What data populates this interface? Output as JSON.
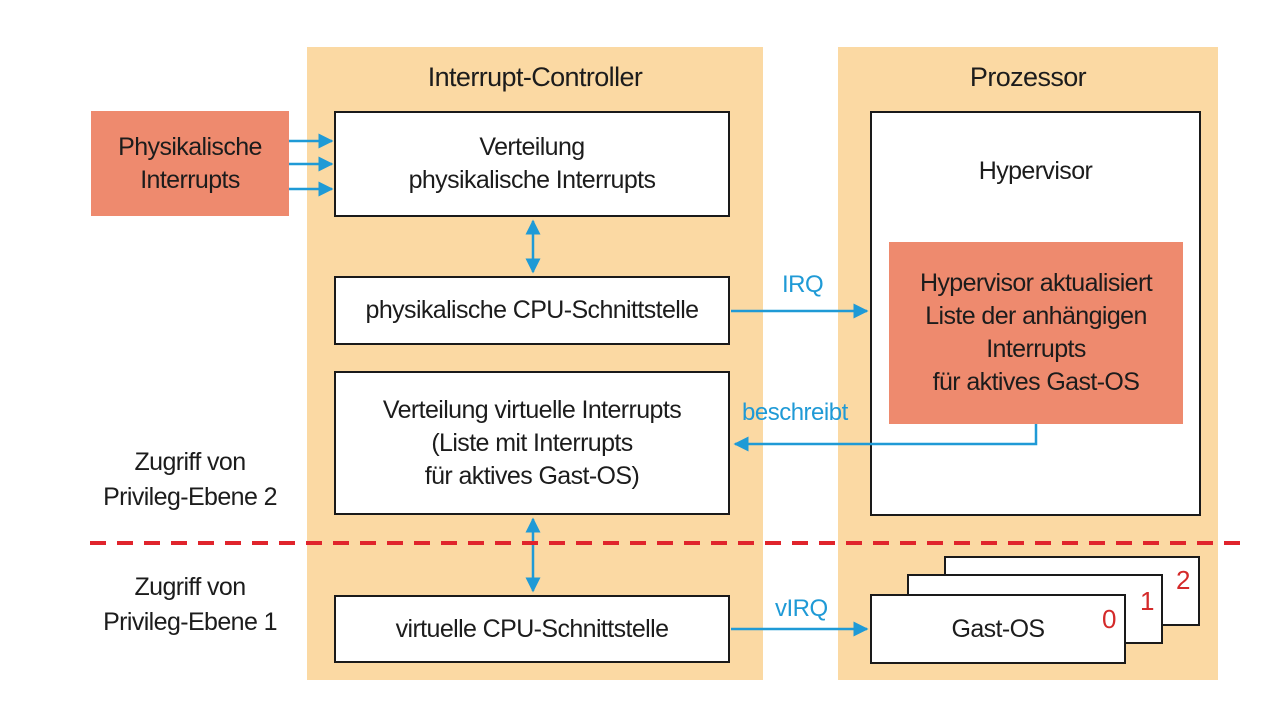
{
  "controller": {
    "title": "Interrupt-Controller",
    "dist_physical": [
      "Verteilung",
      "physikalische Interrupts"
    ],
    "cpu_physical": "physikalische CPU-Schnittstelle",
    "dist_virtual": [
      "Verteilung virtuelle Interrupts",
      "(Liste mit Interrupts",
      "für aktives Gast-OS)"
    ],
    "cpu_virtual": "virtuelle CPU-Schnittstelle"
  },
  "processor": {
    "title": "Prozessor",
    "hypervisor": "Hypervisor",
    "update": [
      "Hypervisor aktualisiert",
      "Liste der anhängigen",
      "Interrupts",
      "für aktives Gast-OS"
    ],
    "guest_label": "Gast-OS",
    "guest_indices": [
      "0",
      "1",
      "2"
    ]
  },
  "source": {
    "label": [
      "Physikalische",
      "Interrupts"
    ]
  },
  "arrows": {
    "irq": "IRQ",
    "writes": "beschreibt",
    "virq": "vIRQ"
  },
  "privilege": {
    "level2": [
      "Zugriff von",
      "Privileg-Ebene 2"
    ],
    "level1": [
      "Zugriff von",
      "Privileg-Ebene 1"
    ]
  },
  "colors": {
    "panel": "#fbd9a3",
    "highlight": "#ee8a6e",
    "arrow": "#1f9ad6",
    "separator": "#e0242c",
    "guest_index": "#d42a2a"
  }
}
